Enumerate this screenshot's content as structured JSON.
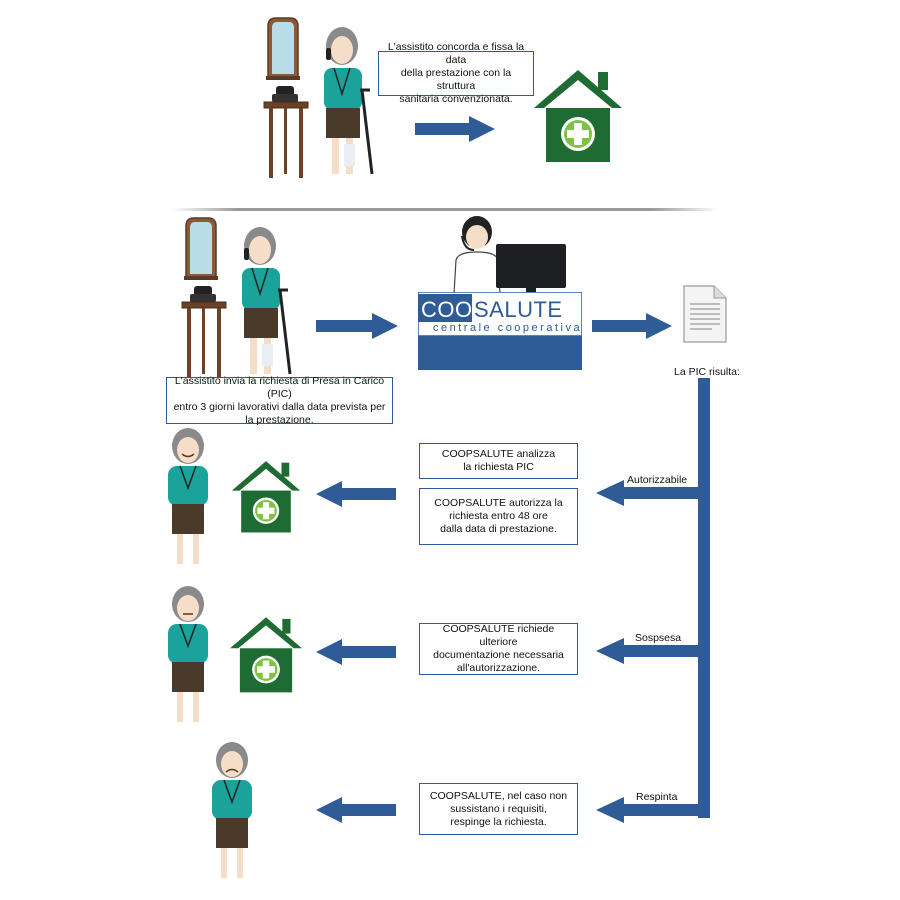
{
  "colors": {
    "arrow_blue": "#2f5b97",
    "house_green": "#1e6b33",
    "cross_green": "#7dc242",
    "teal": "#1aa39a",
    "skin": "#f6ddc8",
    "hair": "#8a8a8a",
    "brown": "#5a3a22"
  },
  "top": {
    "info_text": "L'assistito concorda e fissa la data\ndella prestazione con la struttura\nsanitaria convenzionata."
  },
  "request": {
    "text": "L'assistito invia la richiesta di Presa in Carico (PIC)\nentro 3 giorni lavorativi dalla data prevista per\nla prestazione."
  },
  "desk": {
    "brand_coop": "COOP",
    "brand_salute": "SALUTE",
    "subtitle": "centrale cooperativa"
  },
  "pic_result_label": "La PIC risulta:",
  "outcomes": [
    {
      "label": "Autorizzabile",
      "boxes": [
        "COOPSALUTE analizza\nla richiesta PIC",
        "COOPSALUTE autorizza la\nrichiesta entro 48 ore\ndalla data di prestazione."
      ]
    },
    {
      "label": "Sospsesa",
      "boxes": [
        "COOPSALUTE richiede ulteriore\ndocumentazione necessaria\nall'autorizzazione."
      ]
    },
    {
      "label": "Respinta",
      "boxes": [
        "COOPSALUTE, nel caso non\nsussistano i requisiti,\nrespinge la richiesta."
      ]
    }
  ],
  "icons": [
    "mirror-icon",
    "telephone-table-icon",
    "elderly-woman-phone-icon",
    "health-house-icon",
    "operator-icon",
    "computer-monitor-icon",
    "document-icon",
    "woman-happy-icon",
    "woman-neutral-icon",
    "woman-sad-icon"
  ]
}
